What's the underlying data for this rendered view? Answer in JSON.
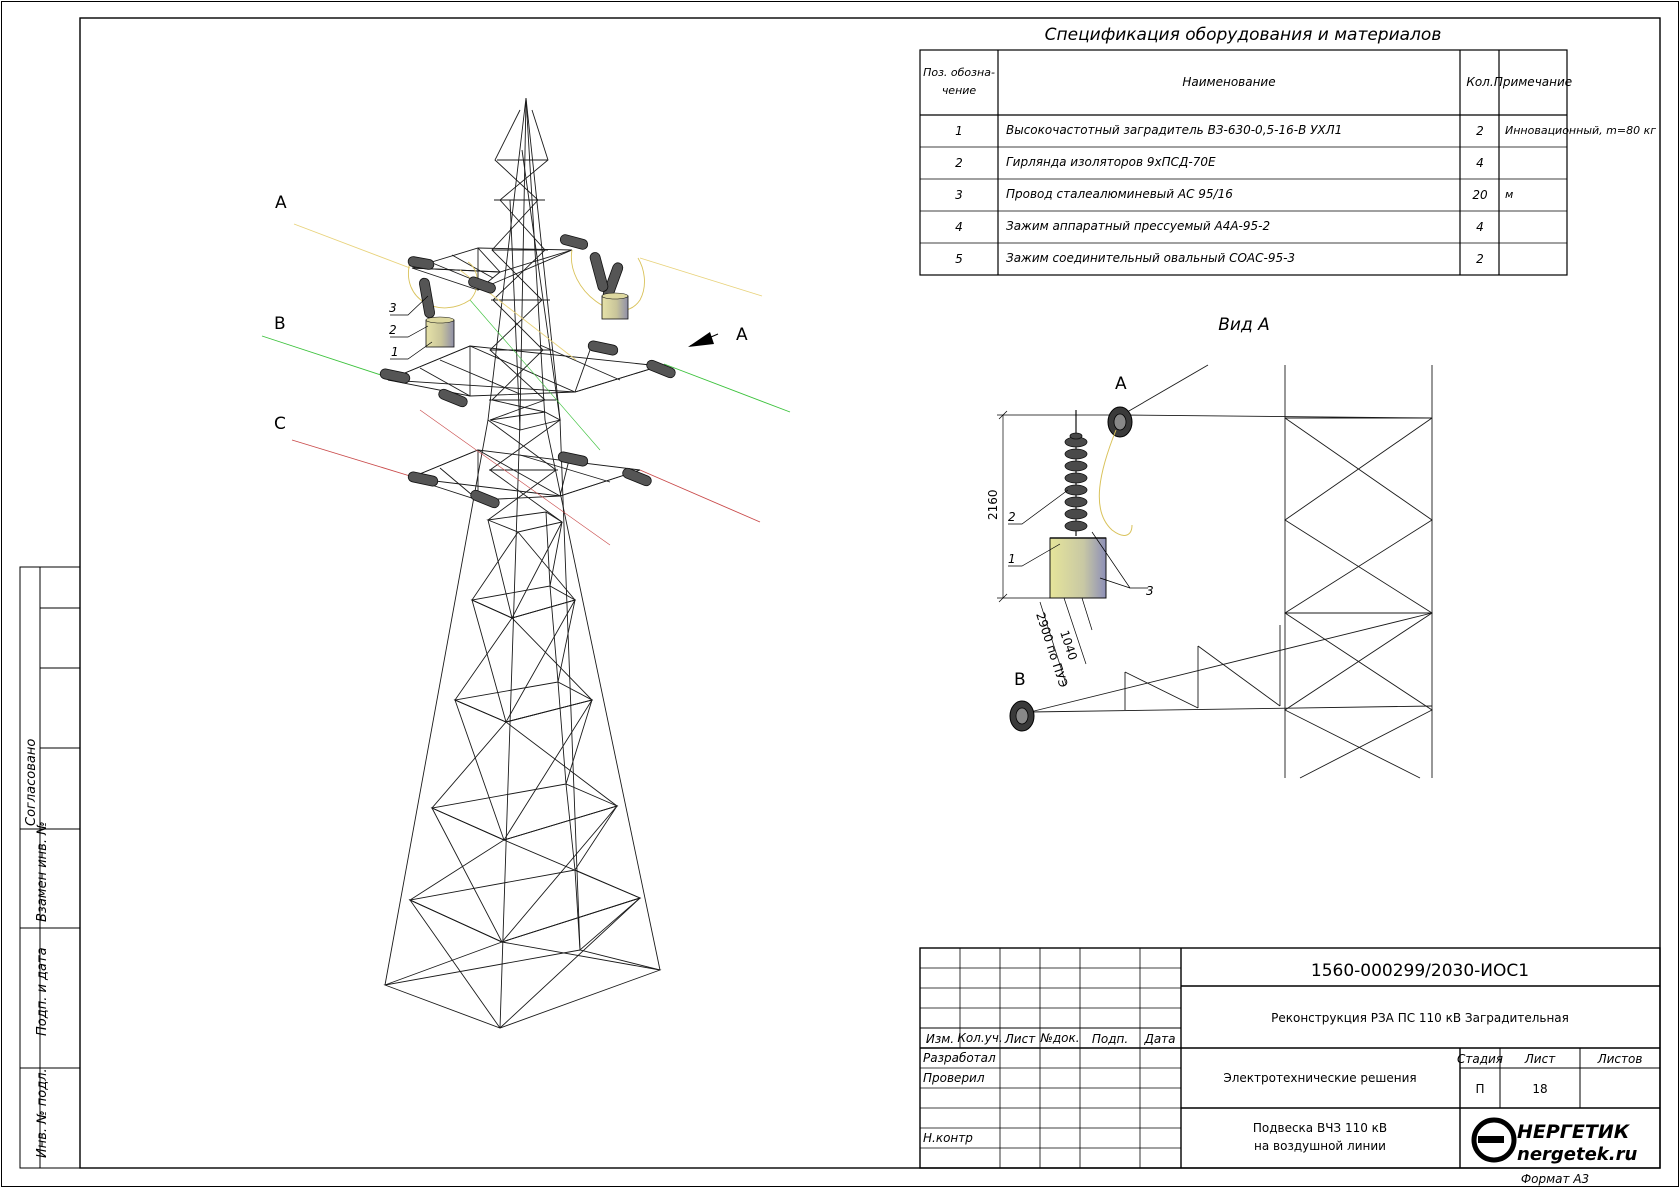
{
  "spec": {
    "title": "Спецификация оборудования и материалов",
    "headers": {
      "pos": [
        "Поз. обозна-",
        "чение"
      ],
      "name": "Наименование",
      "qty": "Кол.",
      "note": "Примечание"
    },
    "rows": [
      {
        "pos": "1",
        "name": "Высокочастотный заградитель ВЗ-630-0,5-16-В УХЛ1",
        "qty": "2",
        "note": "Инновационный, m=80 кг"
      },
      {
        "pos": "2",
        "name": "Гирлянда изоляторов 9хПСД-70Е",
        "qty": "4",
        "note": ""
      },
      {
        "pos": "3",
        "name": "Провод сталеалюминевый АС 95/16",
        "qty": "20",
        "note": "м"
      },
      {
        "pos": "4",
        "name": "Зажим аппаратный прессуемый А4А-95-2",
        "qty": "4",
        "note": ""
      },
      {
        "pos": "5",
        "name": "Зажим соединительный овальный СОАС-95-3",
        "qty": "2",
        "note": ""
      }
    ]
  },
  "tower": {
    "phases": {
      "a": "А",
      "b": "В",
      "c": "С"
    },
    "view_arrow": "А",
    "callouts": {
      "one": "1",
      "two": "2",
      "three": "3"
    }
  },
  "view_a": {
    "title": "Вид А",
    "phase_a": "А",
    "phase_b": "В",
    "dim_height": "2160",
    "dim_gap": "1040",
    "dim_pue": "2900 по ПУЭ",
    "callouts": {
      "one": "1",
      "two": "2",
      "three": "3"
    }
  },
  "side_stamp": {
    "agreed": "Согласовано",
    "replaced": "Взамен инв. №",
    "sign_date": "Подп. и дата",
    "inv_no": "Инв. № подл."
  },
  "title_block": {
    "code": "1560-000299/2030-ИОС1",
    "project": "Реконструкция РЗА ПС 110 кВ Заградительная",
    "section": "Электротехнические решения",
    "drawing": [
      "Подвеска ВЧЗ 110 кВ",
      "на воздушной линии"
    ],
    "columns": [
      "Изм.",
      "Кол.уч.",
      "Лист",
      "№док.",
      "Подп.",
      "Дата"
    ],
    "roles": {
      "developed": "Разработал",
      "checked": "Проверил",
      "norm": "Н.контр"
    },
    "stage_label": "Стадия",
    "sheet_label": "Лист",
    "sheets_label": "Листов",
    "stage": "П",
    "sheet": "18",
    "logo": [
      "НЕРГЕТИК",
      "nergetek.ru"
    ],
    "format": "Формат А3"
  },
  "colors": {
    "phase_a": "#e8d27a",
    "phase_b": "#3cc23c",
    "phase_c": "#c94a4a",
    "line": "#1a1a1a"
  }
}
